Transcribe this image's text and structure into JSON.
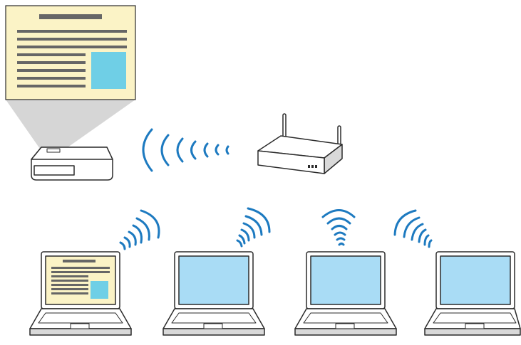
{
  "diagram": {
    "description_visible_text": "",
    "nodes": [
      {
        "id": "projector",
        "icon": "projector-icon"
      },
      {
        "id": "projected-screen",
        "icon": "projected-document-icon"
      },
      {
        "id": "wireless-router",
        "icon": "router-icon"
      },
      {
        "id": "laptop-1",
        "icon": "laptop-icon",
        "screen_state": "document"
      },
      {
        "id": "laptop-2",
        "icon": "laptop-icon",
        "screen_state": "blank"
      },
      {
        "id": "laptop-3",
        "icon": "laptop-icon",
        "screen_state": "blank"
      },
      {
        "id": "laptop-4",
        "icon": "laptop-icon",
        "screen_state": "blank"
      }
    ],
    "links": [
      {
        "from": "projector",
        "to": "wireless-router",
        "kind": "wireless"
      },
      {
        "from": "laptop-1",
        "to": "wireless-router",
        "kind": "wireless"
      },
      {
        "from": "laptop-2",
        "to": "wireless-router",
        "kind": "wireless"
      },
      {
        "from": "laptop-3",
        "to": "wireless-router",
        "kind": "wireless"
      },
      {
        "from": "laptop-4",
        "to": "wireless-router",
        "kind": "wireless"
      }
    ]
  },
  "colors": {
    "outline": "#2b2b2b",
    "device_fill": "#ffffff",
    "device_shade": "#d9d9d9",
    "screen_blue": "#a9dcf5",
    "document_paper": "#fbf3c6",
    "document_lines": "#666666",
    "image_block": "#6fcfe6",
    "wave_blue": "#1d7ac0",
    "beam_gray": "#d6d6d6"
  }
}
